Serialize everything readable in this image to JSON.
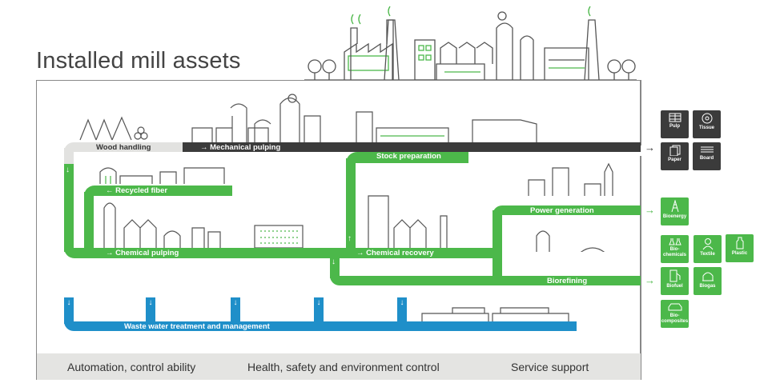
{
  "title": "Installed mill assets",
  "colors": {
    "green": "#4cb84a",
    "dark": "#3b3b3b",
    "light": "#e2e2e0",
    "blue": "#1f8fc9"
  },
  "processes": {
    "wood_handling": "Wood handling",
    "mechanical_pulping": "Mechanical pulping",
    "stock_preparation": "Stock preparation",
    "recycled_fiber": "Recycled fiber",
    "chemical_pulping": "Chemical pulping",
    "chemical_recovery": "Chemical recovery",
    "power_generation": "Power generation",
    "biorefining": "Biorefining",
    "waste_water": "Waste water treatment and management"
  },
  "products": {
    "fiber": [
      "Pulp",
      "Tissue",
      "Paper",
      "Board"
    ],
    "bioenergy": "Bioenergy",
    "bio": [
      "Bio-chemicals",
      "Textile",
      "Plastic",
      "Biofuel",
      "Biogas",
      "Bio-composites"
    ]
  },
  "footer": [
    "Automation, control ability",
    "Health, safety and environment control",
    "Service support"
  ]
}
